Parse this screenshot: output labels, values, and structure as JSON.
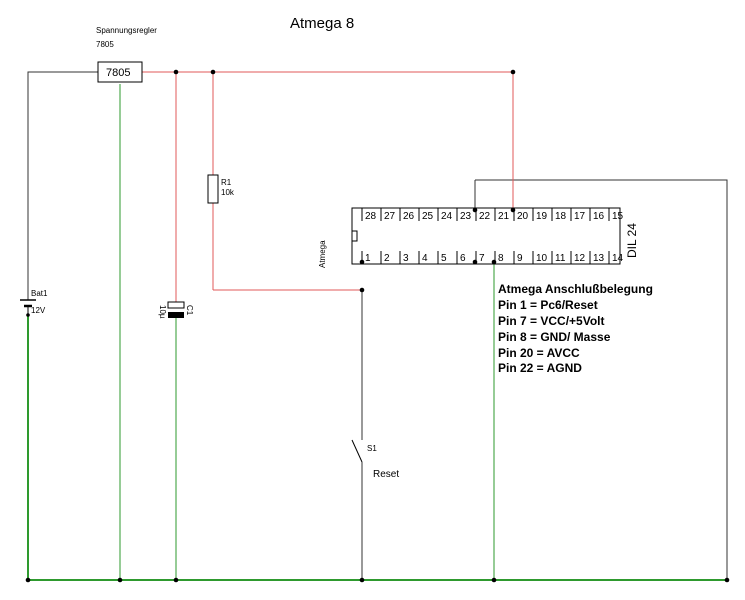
{
  "title": "Atmega 8",
  "regulator": {
    "caption": "Spannungsregler",
    "type": "7805",
    "label": "7805"
  },
  "resistor": {
    "name": "R1",
    "value": "10k"
  },
  "capacitor": {
    "name": "C1",
    "value": "10µ"
  },
  "battery": {
    "name": "Bat1",
    "value": "12V"
  },
  "switch": {
    "name": "S1",
    "label": "Reset"
  },
  "chip": {
    "name": "Atmega",
    "package": "DIL 24",
    "pins_top": [
      "28",
      "27",
      "26",
      "25",
      "24",
      "23",
      "22",
      "21",
      "20",
      "19",
      "18",
      "17",
      "16",
      "15"
    ],
    "pins_bottom": [
      "1",
      "2",
      "3",
      "4",
      "5",
      "6",
      "7",
      "8",
      "9",
      "10",
      "11",
      "12",
      "13",
      "14"
    ]
  },
  "pinout": {
    "heading": "Atmega Anschlußbelegung",
    "lines": [
      "Pin  1  = Pc6/Reset",
      "Pin  7  = VCC/+5Volt",
      "Pin  8  = GND/ Masse",
      "Pin 20 = AVCC",
      "Pin 22 = AGND"
    ]
  },
  "colors": {
    "vcc": "#e05a5a",
    "gnd": "#2e9a2e",
    "wire": "#333333"
  }
}
